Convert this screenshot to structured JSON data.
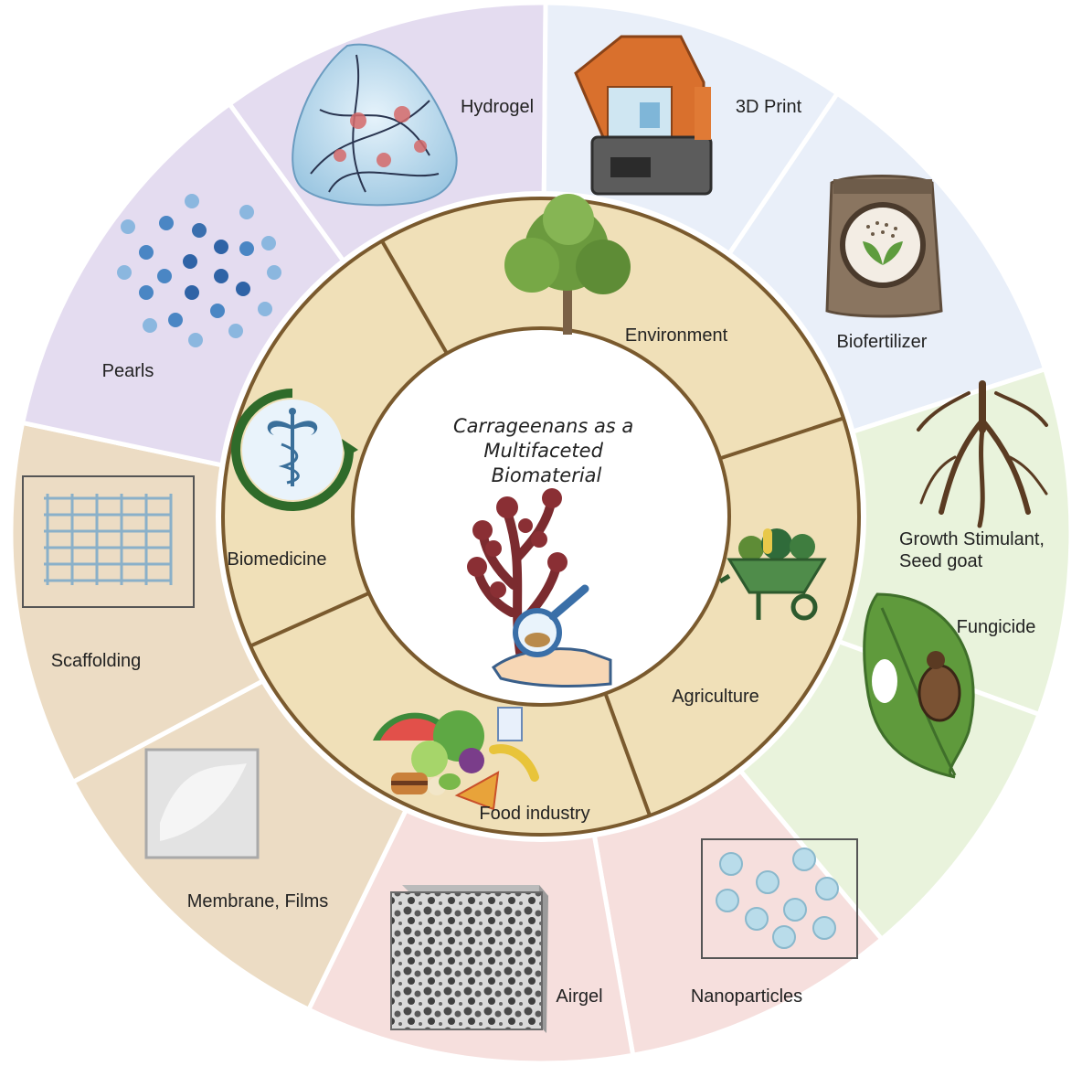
{
  "title": [
    "Carrageenans as a",
    "Multifaceted",
    "Biomaterial"
  ],
  "inner_sectors": [
    {
      "label": "Environment",
      "icon": "tree-icon"
    },
    {
      "label": "Agriculture",
      "icon": "wheelbarrow-icon"
    },
    {
      "label": "Food industry",
      "icon": "food-icon"
    },
    {
      "label": "Biomedicine",
      "icon": "caduceus-icon"
    }
  ],
  "outer_sectors": [
    {
      "label": "Hydrogel",
      "icon": "hydrogel-icon",
      "group": "biomedicine"
    },
    {
      "label": "3D Print",
      "icon": "printer-icon",
      "group": "environment"
    },
    {
      "label": "Biofertilizer",
      "icon": "fertilizer-bag-icon",
      "group": "environment"
    },
    {
      "label": [
        "Growth Stimulant,",
        "Seed goat"
      ],
      "icon": "roots-icon",
      "group": "agriculture"
    },
    {
      "label": "Fungicide",
      "icon": "leaf-beetle-icon",
      "group": "agriculture"
    },
    {
      "label": "Nanoparticles",
      "icon": "nanoparticles-icon",
      "group": "food"
    },
    {
      "label": "Airgel",
      "icon": "aerogel-cube-icon",
      "group": "food"
    },
    {
      "label": "Membrane, Films",
      "icon": "film-icon",
      "group": "material"
    },
    {
      "label": "Scaffolding",
      "icon": "scaffold-grid-icon",
      "group": "material"
    },
    {
      "label": "Pearls",
      "icon": "pearls-icon",
      "group": "biomedicine"
    }
  ],
  "colors": {
    "purple": "#e4dcf0",
    "blue": "#e9eff9",
    "green": "#e9f3dc",
    "pink": "#f6dfdd",
    "tan": "#ecdcc4",
    "inner": "#f0e0b8",
    "divider": "#7a5a2e",
    "border": "#ffffff"
  }
}
